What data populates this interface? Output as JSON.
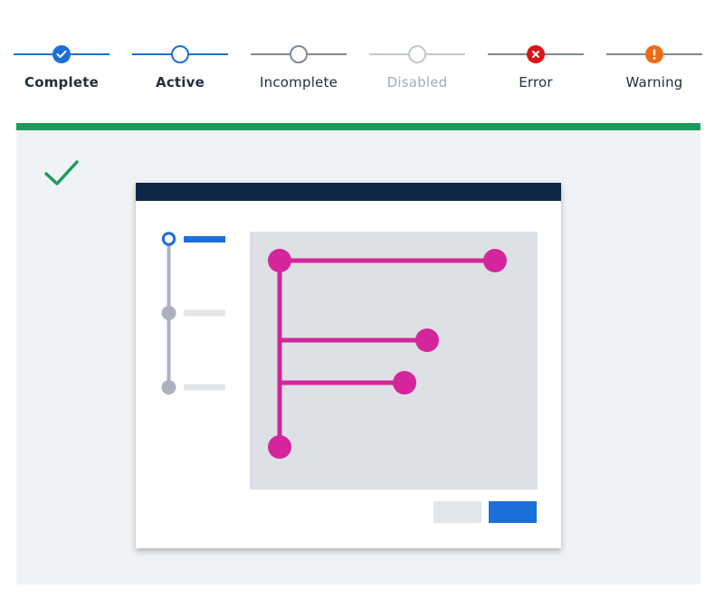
{
  "steps": [
    {
      "label": "Complete",
      "state": "complete"
    },
    {
      "label": "Active",
      "state": "active"
    },
    {
      "label": "Incomplete",
      "state": "incomplete"
    },
    {
      "label": "Disabled",
      "state": "disabled"
    },
    {
      "label": "Error",
      "state": "error"
    },
    {
      "label": "Warning",
      "state": "warning"
    }
  ],
  "colors": {
    "accent_blue": "#1c6fd8",
    "dark_text": "#232f3e",
    "incomplete_gray": "#7d8998",
    "disabled_gray": "#c0c7cf",
    "error_red": "#d91515",
    "warning_orange": "#f06a16",
    "success_green": "#1d9a5b",
    "titlebar_navy": "#0f2746",
    "flow_magenta": "#d4259b",
    "canvas_gray": "#dde1e6",
    "button_gray": "#e3e6e9",
    "button_blue": "#1c6fd8"
  },
  "panel": {
    "status_icon": "check-icon",
    "window": {
      "sidebar_steps": [
        "active",
        "inactive",
        "inactive"
      ],
      "flow_diagram": {
        "description_icon": "branching-flow"
      },
      "buttons": [
        "secondary",
        "primary"
      ]
    }
  }
}
